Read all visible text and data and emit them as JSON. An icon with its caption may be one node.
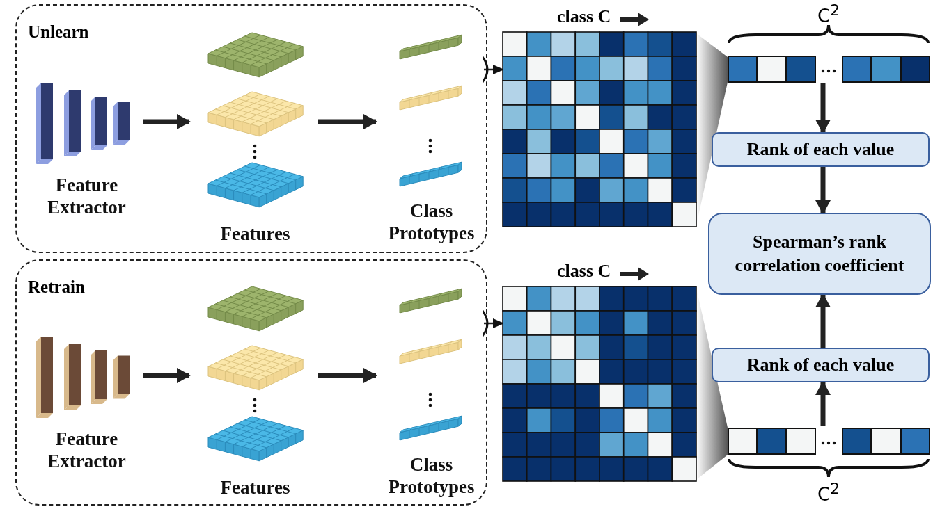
{
  "diagram": {
    "nodes": [
      {
        "text": [
          "Unlearn"
        ]
      },
      {
        "text": [
          "Feature Extractor"
        ],
        "in": 0
      },
      {
        "text": [
          "Features"
        ],
        "in": 0
      },
      {
        "text": [
          "Class Prototypes"
        ],
        "in": 0
      },
      {
        "text": [
          "class C"
        ]
      },
      {
        "text": [
          "C$^{2}$"
        ]
      },
      {
        "text": [
          "Rank of each value"
        ]
      },
      {
        "text": [
          "Spearman’s rank correlation coefficient"
        ]
      },
      {
        "text": [
          "Rank of each value"
        ]
      },
      {
        "text": [
          "C$^{2}$"
        ]
      },
      {
        "text": [
          "Retrain"
        ]
      },
      {
        "text": [
          "Feature Extractor"
        ],
        "in": 10
      },
      {
        "text": [
          "Features"
        ],
        "in": 10
      },
      {
        "text": [
          "Class Prototypes"
        ],
        "in": 10
      },
      {
        "text": [
          "class C"
        ]
      }
    ],
    "edges": [
      {
        "from": 1,
        "to": 2,
        "arrow": "to"
      },
      {
        "from": 2,
        "to": 3,
        "arrow": "to"
      },
      {
        "from": 3,
        "to": 4,
        "arrow": "to"
      },
      {
        "from": 4,
        "to": 5,
        "arrow": "none",
        "color": "#555555"
      },
      {
        "from": 5,
        "to": 6,
        "arrow": "to"
      },
      {
        "from": 6,
        "to": 7,
        "arrow": "to"
      },
      {
        "from": 11,
        "to": 12,
        "arrow": "to"
      },
      {
        "from": 12,
        "to": 13,
        "arrow": "to"
      },
      {
        "from": 13,
        "to": 14,
        "arrow": "to"
      },
      {
        "from": 14,
        "to": 9,
        "arrow": "none",
        "color": "#555555"
      },
      {
        "from": 9,
        "to": 8,
        "arrow": "to"
      },
      {
        "from": 8,
        "to": 7,
        "arrow": "to"
      }
    ]
  }
}
